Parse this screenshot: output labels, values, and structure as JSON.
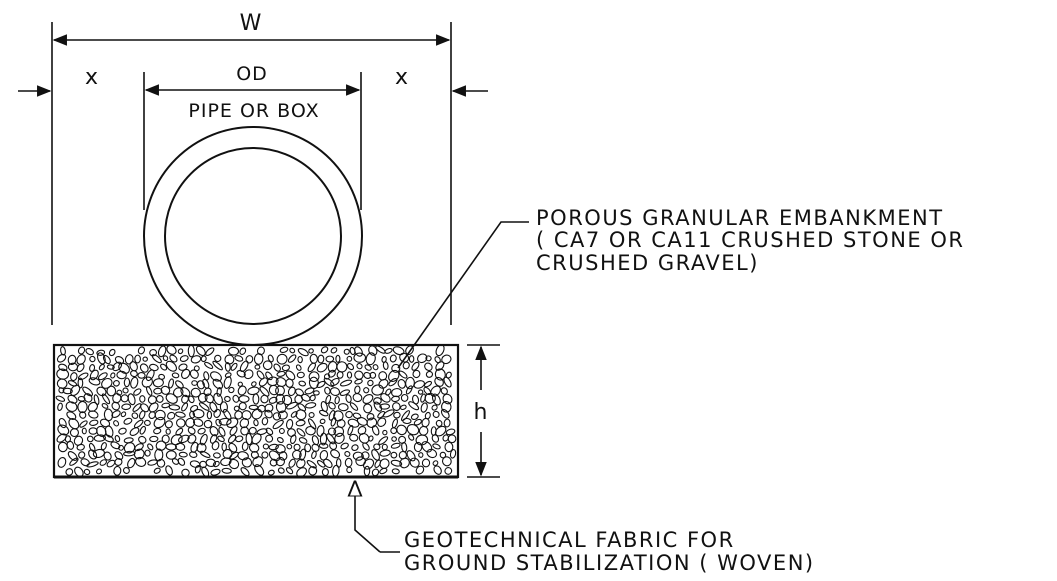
{
  "dimensions": {
    "width_label": "W",
    "clearance_left_label": "x",
    "clearance_right_label": "x",
    "od_label": "OD",
    "pipe_label": "PIPE OR BOX",
    "height_label": "h"
  },
  "callouts": {
    "embankment": {
      "line1": "POROUS GRANULAR EMBANKMENT",
      "line2": "( CA7 OR CA11 CRUSHED STONE OR",
      "line3": "CRUSHED GRAVEL)"
    },
    "fabric": {
      "line1": "GEOTECHNICAL FABRIC FOR",
      "line2": "GROUND STABILIZATION ( WOVEN)"
    }
  }
}
